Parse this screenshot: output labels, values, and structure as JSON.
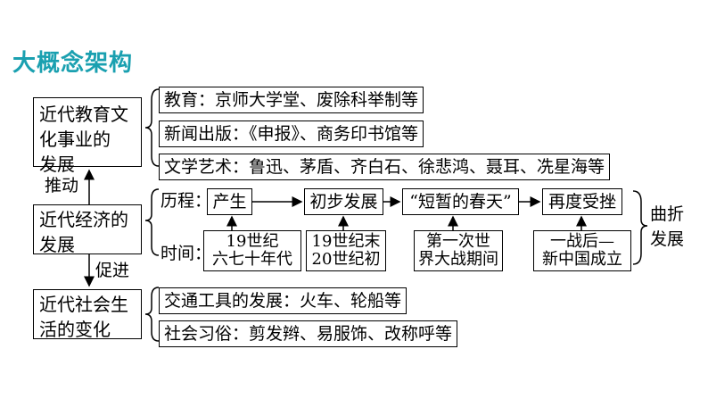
{
  "title": "大概念架构",
  "main_nodes": {
    "education": [
      "近代教育文",
      "化事业的",
      "发展"
    ],
    "economy": [
      "近代经济的",
      "发展"
    ],
    "social": [
      "近代社会生",
      "活的变化"
    ]
  },
  "relations": {
    "push": "推动",
    "promote": "促进"
  },
  "education_items": [
    "教育：京师大学堂、废除科举制等",
    "新闻出版：《申报》、商务印书馆等",
    "文学艺术：鲁迅、茅盾、齐白石、徐悲鸿、聂耳、冼星海等"
  ],
  "process": {
    "label": "历程：",
    "stages": [
      "产生",
      "初步发展",
      "“短暂的春天”",
      "再度受挫"
    ]
  },
  "time": {
    "label": "时间：",
    "periods": [
      [
        "19世纪",
        "六七十年代"
      ],
      [
        "19世纪末",
        "20世纪初"
      ],
      [
        "第一次世",
        "界大战期间"
      ],
      [
        "一战后—",
        "新中国成立"
      ]
    ]
  },
  "summary": [
    "曲折",
    "发展"
  ],
  "social_items": [
    "交通工具的发展：火车、轮船等",
    "社会习俗：剪发辫、易服饰、改称呼等"
  ]
}
